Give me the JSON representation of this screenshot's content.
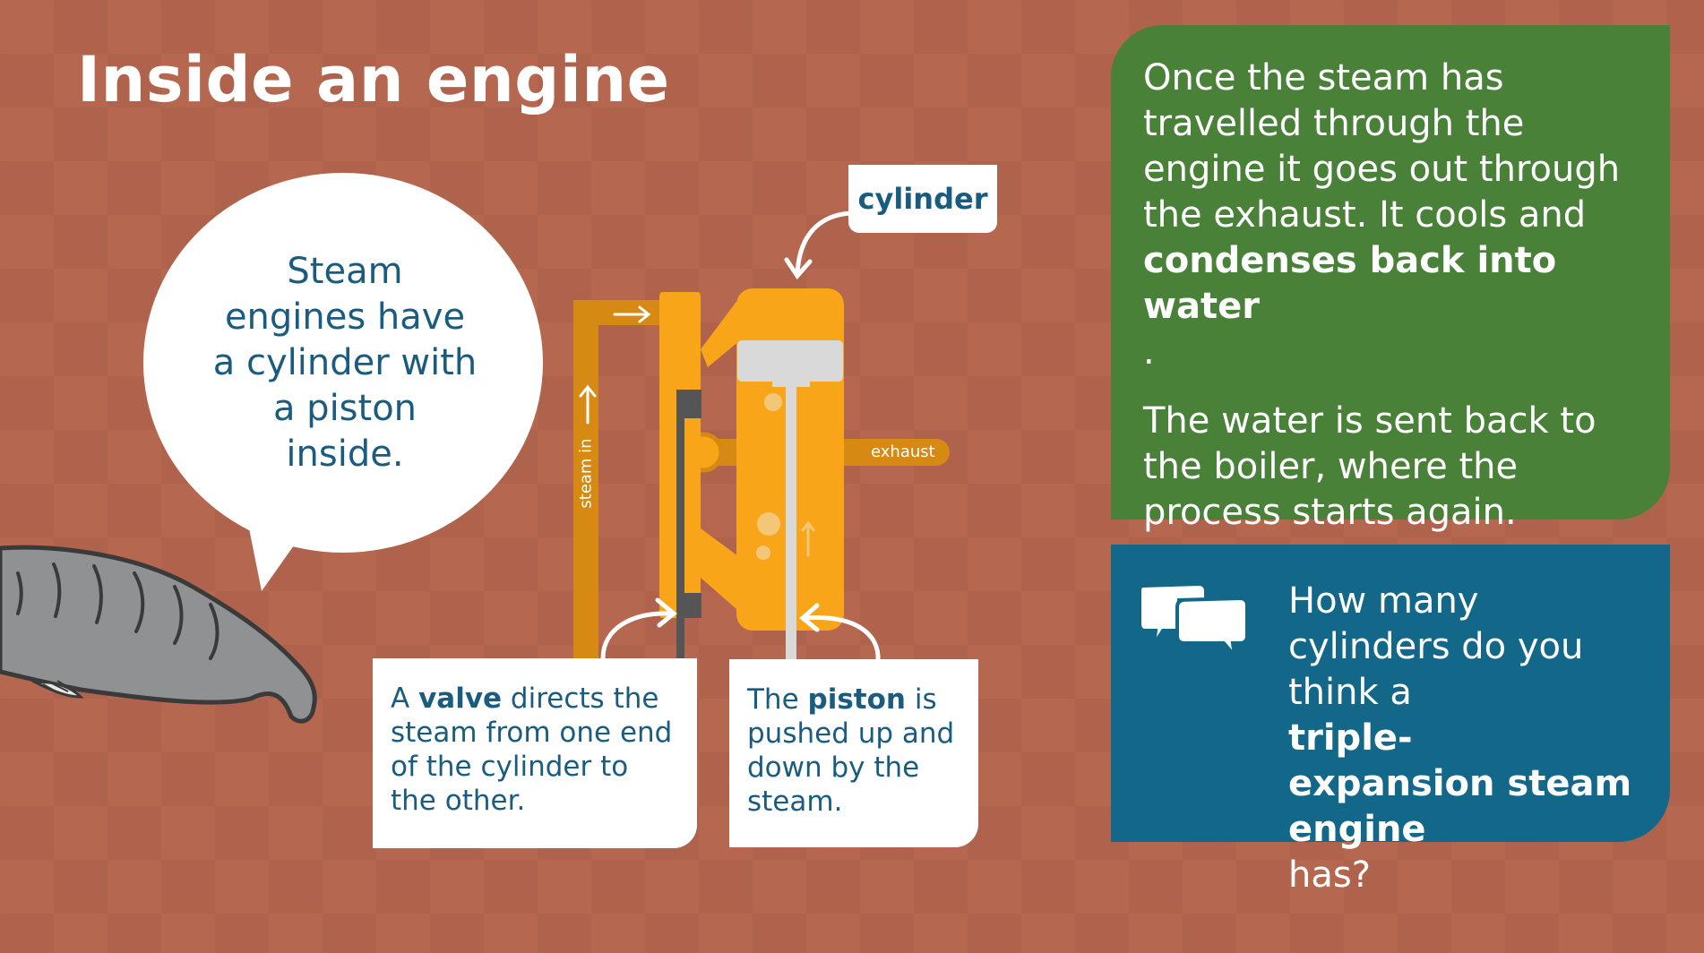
{
  "page": {
    "title": "Inside an engine",
    "colors": {
      "background": "#b5674f",
      "engine_orange": "#f9a51a",
      "pipe_orange": "#d68a14",
      "text_blue": "#1a5c80",
      "green_panel": "#4a8139",
      "blue_panel": "#136788"
    }
  },
  "speech_bubble": {
    "lines": [
      "Steam",
      "engines have",
      "a cylinder with",
      "a piston",
      "inside."
    ]
  },
  "diagram": {
    "cylinder_label": "cylinder",
    "steam_in_label": "steam in",
    "exhaust_label": "exhaust",
    "valve_card": {
      "pre": "A ",
      "bold": "valve",
      "line1_rest": " directs the",
      "line2": "steam from one end",
      "line3": "of the cylinder to",
      "line4": "the other."
    },
    "piston_card": {
      "pre": "The ",
      "bold": "piston",
      "line1_rest": " is",
      "line2": "pushed up and",
      "line3": "down by the",
      "line4": "steam."
    }
  },
  "info_panel": {
    "p1_lines": [
      "Once the steam has",
      "travelled through the",
      "engine it goes out through",
      "the exhaust. It cools and"
    ],
    "p1_bold_lines": [
      "condenses back into",
      "water"
    ],
    "p1_end": ".",
    "p2_lines": [
      "The water is sent back to",
      "the boiler, where the",
      "process starts again."
    ]
  },
  "question_panel": {
    "icon": "speech-bubbles-icon",
    "line1": "How many",
    "line2": "cylinders do you",
    "line3_pre": "think a ",
    "line3_bold": "triple-",
    "line4_bold": "expansion steam",
    "line5_bold": "engine",
    "line5_rest": " has?"
  }
}
